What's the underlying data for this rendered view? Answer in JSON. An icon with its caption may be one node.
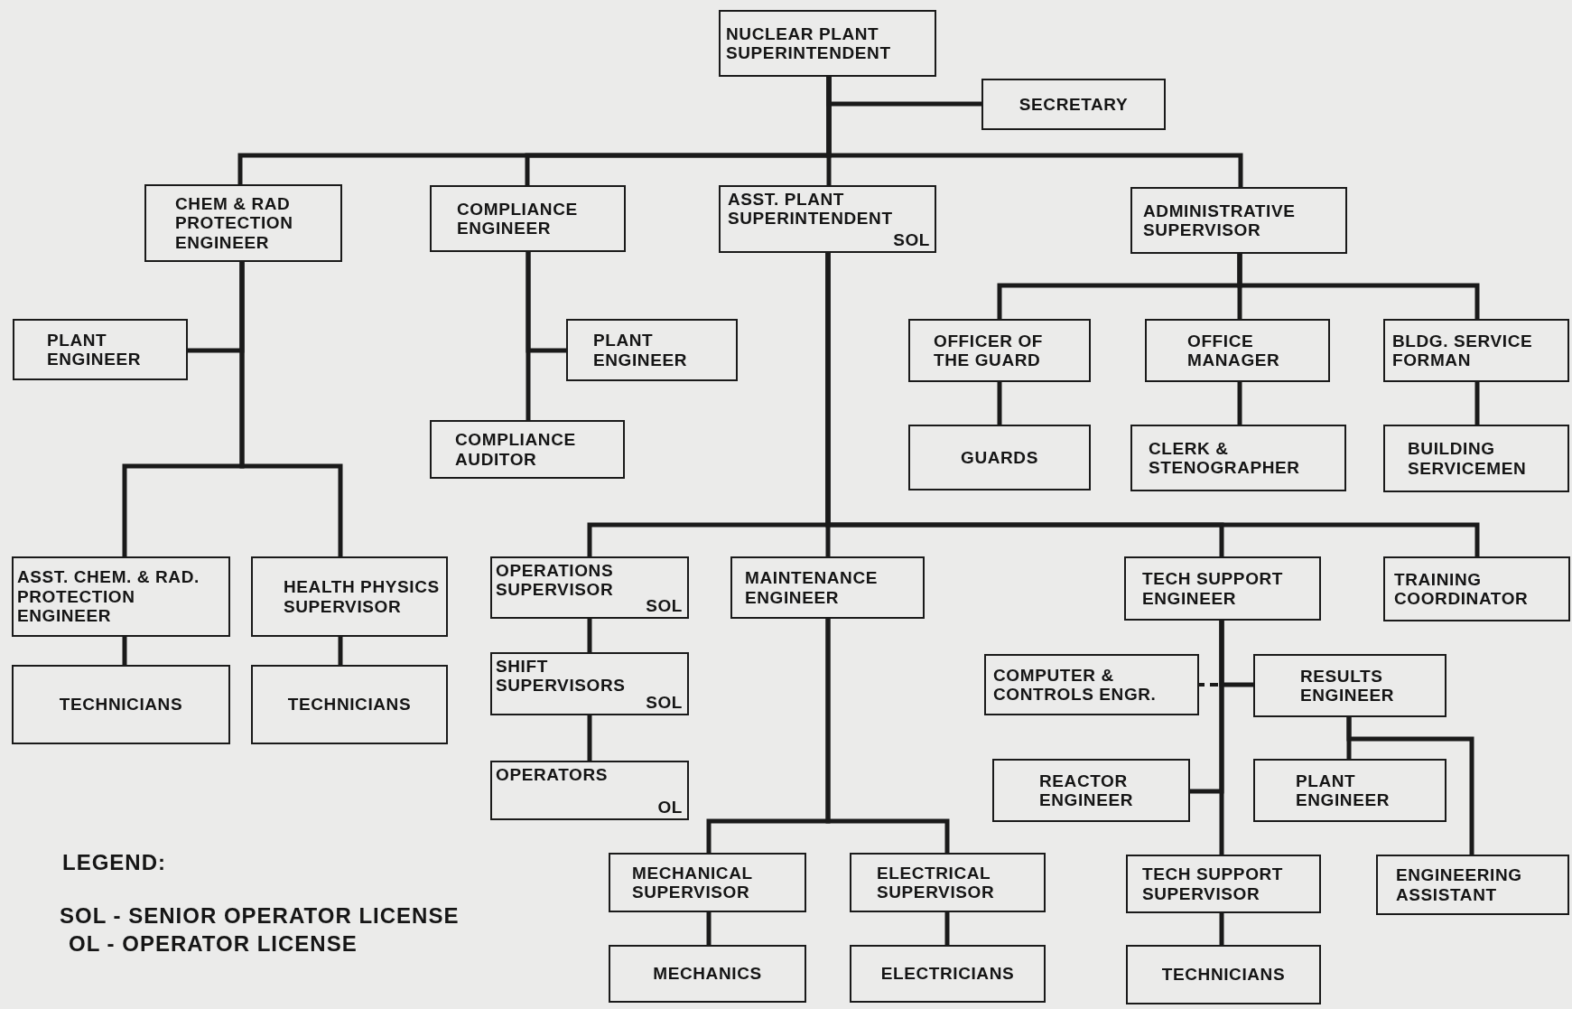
{
  "diagram": {
    "nodes": [
      {
        "text": [
          "NUCLEAR PLANT SUPERINTENDENT"
        ]
      },
      {
        "text": [
          "SECRETARY"
        ]
      },
      {
        "text": [
          "CHEM & RAD PROTECTION ENGINEER"
        ]
      },
      {
        "text": [
          "COMPLIANCE ENGINEER"
        ]
      },
      {
        "text": [
          "ASST. PLANT SUPERINTENDENT",
          "SOL"
        ]
      },
      {
        "text": [
          "ADMINISTRATIVE SUPERVISOR"
        ]
      },
      {
        "text": [
          "PLANT ENGINEER"
        ]
      },
      {
        "text": [
          "PLANT ENGINEER"
        ]
      },
      {
        "text": [
          "COMPLIANCE AUDITOR"
        ]
      },
      {
        "text": [
          "OFFICER OF THE GUARD"
        ]
      },
      {
        "text": [
          "OFFICE MANAGER"
        ]
      },
      {
        "text": [
          "BLDG. SERVICE FORMAN"
        ]
      },
      {
        "text": [
          "GUARDS"
        ]
      },
      {
        "text": [
          "CLERK & STENOGRAPHER"
        ]
      },
      {
        "text": [
          "BUILDING SERVICEMEN"
        ]
      },
      {
        "text": [
          "ASST. CHEM. & RAD. PROTECTION ENGINEER"
        ]
      },
      {
        "text": [
          "HEALTH PHYSICS SUPERVISOR"
        ]
      },
      {
        "text": [
          "TECHNICIANS"
        ]
      },
      {
        "text": [
          "TECHNICIANS"
        ]
      },
      {
        "text": [
          "OPERATIONS SUPERVISOR",
          "SOL"
        ]
      },
      {
        "text": [
          "MAINTENANCE ENGINEER"
        ]
      },
      {
        "text": [
          "TECH SUPPORT ENGINEER"
        ]
      },
      {
        "text": [
          "TRAINING COORDINATOR"
        ]
      },
      {
        "text": [
          "SHIFT SUPERVISORS",
          "SOL"
        ]
      },
      {
        "text": [
          "COMPUTER & CONTROLS ENGR."
        ]
      },
      {
        "text": [
          "RESULTS ENGINEER"
        ]
      },
      {
        "text": [
          "REACTOR ENGINEER"
        ]
      },
      {
        "text": [
          "PLANT ENGINEER"
        ]
      },
      {
        "text": [
          "OPERATORS",
          "OL"
        ]
      },
      {
        "text": [
          "MECHANICAL SUPERVISOR"
        ]
      },
      {
        "text": [
          "ELECTRICAL SUPERVISOR"
        ]
      },
      {
        "text": [
          "TECH SUPPORT SUPERVISOR"
        ]
      },
      {
        "text": [
          "ENGINEERING ASSISTANT"
        ]
      },
      {
        "text": [
          "MECHANICS"
        ]
      },
      {
        "text": [
          "ELECTRICIANS"
        ]
      },
      {
        "text": [
          "TECHNICIANS"
        ]
      }
    ],
    "edges": [
      {
        "from": 0,
        "to": 1,
        "arrow": "none"
      },
      {
        "from": 0,
        "to": 2,
        "arrow": "none"
      },
      {
        "from": 0,
        "to": 3,
        "arrow": "none"
      },
      {
        "from": 0,
        "to": 4,
        "arrow": "none"
      },
      {
        "from": 0,
        "to": 5,
        "arrow": "none"
      },
      {
        "from": 2,
        "to": 6,
        "arrow": "none"
      },
      {
        "from": 2,
        "to": 15,
        "arrow": "none"
      },
      {
        "from": 2,
        "to": 16,
        "arrow": "none"
      },
      {
        "from": 15,
        "to": 17,
        "arrow": "none"
      },
      {
        "from": 16,
        "to": 18,
        "arrow": "none"
      },
      {
        "from": 3,
        "to": 7,
        "arrow": "none"
      },
      {
        "from": 3,
        "to": 8,
        "arrow": "none"
      },
      {
        "from": 5,
        "to": 9,
        "arrow": "none"
      },
      {
        "from": 5,
        "to": 10,
        "arrow": "none"
      },
      {
        "from": 5,
        "to": 11,
        "arrow": "none"
      },
      {
        "from": 9,
        "to": 12,
        "arrow": "none"
      },
      {
        "from": 10,
        "to": 13,
        "arrow": "none"
      },
      {
        "from": 11,
        "to": 14,
        "arrow": "none"
      },
      {
        "from": 4,
        "to": 19,
        "arrow": "none"
      },
      {
        "from": 4,
        "to": 20,
        "arrow": "none"
      },
      {
        "from": 4,
        "to": 21,
        "arrow": "none"
      },
      {
        "from": 4,
        "to": 22,
        "arrow": "none"
      },
      {
        "from": 19,
        "to": 23,
        "arrow": "none"
      },
      {
        "from": 23,
        "to": 28,
        "arrow": "none"
      },
      {
        "from": 20,
        "to": 29,
        "arrow": "none"
      },
      {
        "from": 20,
        "to": 30,
        "arrow": "none"
      },
      {
        "from": 29,
        "to": 33,
        "arrow": "none"
      },
      {
        "from": 30,
        "to": 34,
        "arrow": "none"
      },
      {
        "from": 21,
        "to": 24,
        "arrow": "none",
        "style": "dashed"
      },
      {
        "from": 21,
        "to": 25,
        "arrow": "none"
      },
      {
        "from": 21,
        "to": 26,
        "arrow": "none"
      },
      {
        "from": 21,
        "to": 31,
        "arrow": "none"
      },
      {
        "from": 31,
        "to": 35,
        "arrow": "none"
      },
      {
        "from": 25,
        "to": 27,
        "arrow": "none"
      },
      {
        "from": 25,
        "to": 32,
        "arrow": "none"
      }
    ],
    "labels": [
      "LEGEND:",
      "SOL - SENIOR OPERATOR LICENSE",
      "OL - OPERATOR LICENSE"
    ]
  }
}
